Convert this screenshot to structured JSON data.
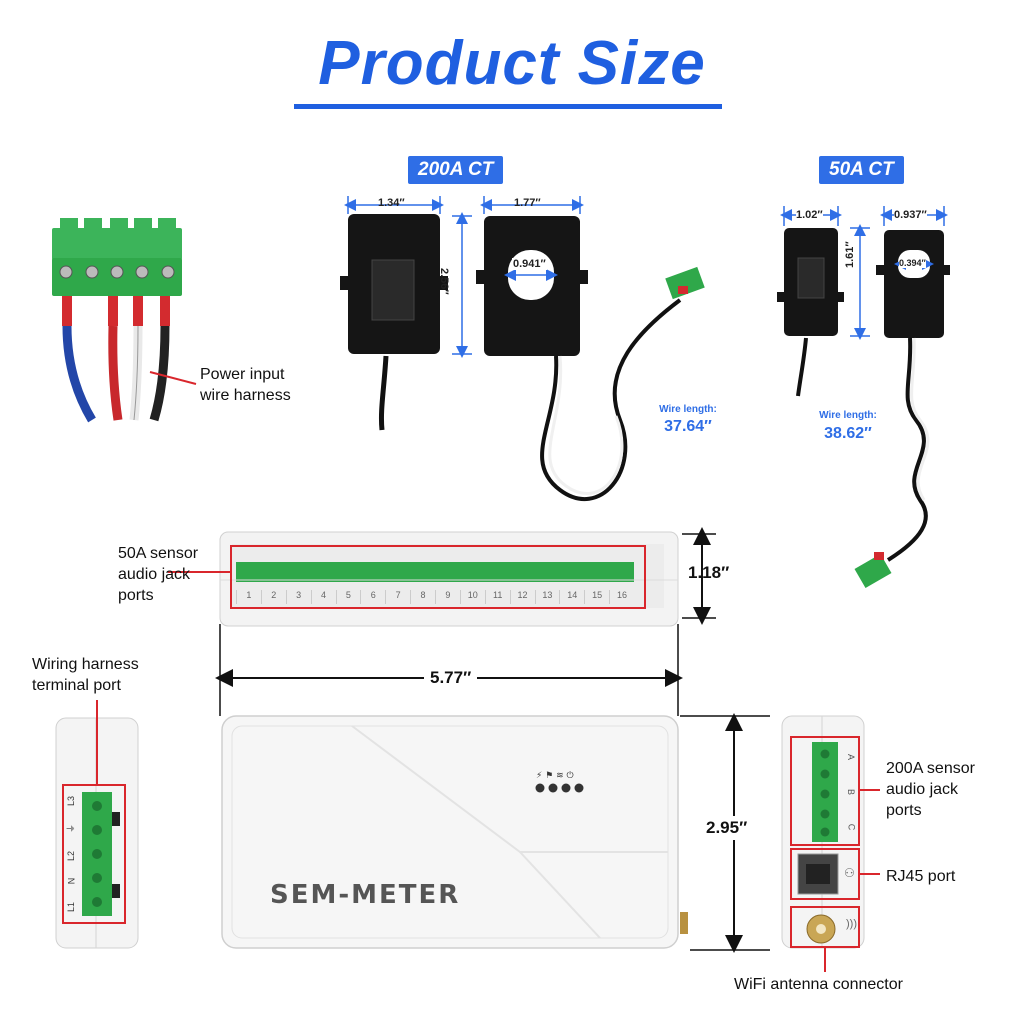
{
  "title": "Product Size",
  "ct200": {
    "tag": "200A CT",
    "width": "1.34″",
    "depth": "1.77″",
    "height": "2.56″",
    "hole": "0.941″",
    "wire_label": "Wire length:",
    "wire_value": "37.64″"
  },
  "ct50": {
    "tag": "50A CT",
    "width": "1.02″",
    "depth": "0.937″",
    "height": "1.61″",
    "hole": "0.394″",
    "wire_label": "Wire length:",
    "wire_value": "38.62″"
  },
  "power_harness": {
    "label_line1": "Power input",
    "label_line2": "wire harness"
  },
  "sensor_ports": {
    "label_line1": "50A sensor",
    "label_line2": "audio jack",
    "label_line3": "ports",
    "numbers": [
      "1",
      "2",
      "3",
      "4",
      "5",
      "6",
      "7",
      "8",
      "9",
      "10",
      "11",
      "12",
      "13",
      "14",
      "15",
      "16"
    ]
  },
  "device": {
    "height": "1.18″",
    "length": "5.77″",
    "width": "2.95″",
    "brand": "SEM-METER"
  },
  "wiring_terminal": {
    "label_line1": "Wiring harness",
    "label_line2": "terminal port",
    "pins": [
      "L3",
      "⏚",
      "L2",
      "N",
      "L1"
    ]
  },
  "right_side": {
    "sensor_line1": "200A sensor",
    "sensor_line2": "audio jack",
    "sensor_line3": "ports",
    "phases": [
      "A",
      "B",
      "C"
    ],
    "rj45": "RJ45 port",
    "wifi": "WiFi antenna connector"
  }
}
